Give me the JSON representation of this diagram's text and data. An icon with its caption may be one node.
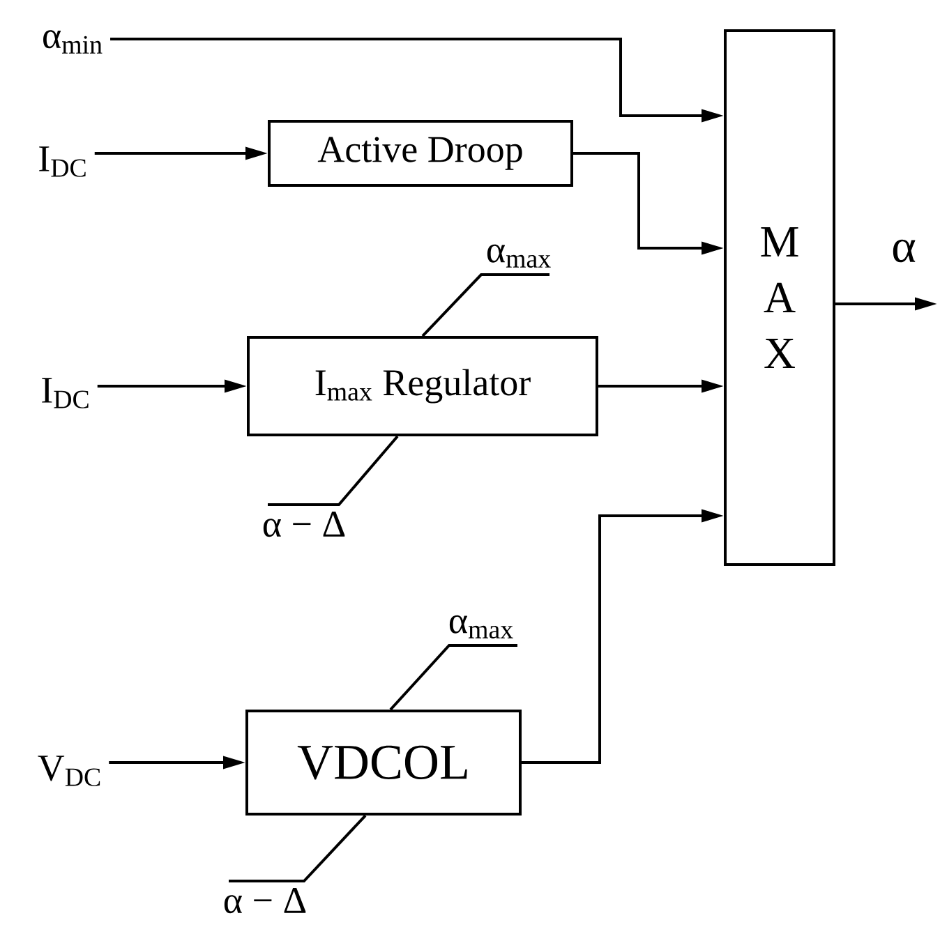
{
  "diagram": {
    "nodes": [
      {
        "text": [
          "α$_{min}$"
        ]
      },
      {
        "text": [
          "I$_{DC}$"
        ]
      },
      {
        "text": [
          "Active Droop"
        ]
      },
      {
        "text": [
          "α$_{max}$"
        ]
      },
      {
        "text": [
          "I$_{DC}$"
        ]
      },
      {
        "text": [
          "I$_{max}$ Regulator"
        ]
      },
      {
        "text": [
          "α − Δ"
        ]
      },
      {
        "text": [
          "α$_{max}$"
        ]
      },
      {
        "text": [
          "V$_{DC}$"
        ]
      },
      {
        "text": [
          "VDCOL"
        ]
      },
      {
        "text": [
          "α − Δ"
        ]
      },
      {
        "text": [
          "M A X"
        ]
      }
    ],
    "edges": [
      {
        "from": 0,
        "to": 11,
        "arrow": "to"
      },
      {
        "from": 1,
        "to": 2,
        "arrow": "to"
      },
      {
        "from": 2,
        "to": 11,
        "arrow": "to"
      },
      {
        "from": 4,
        "to": 5,
        "arrow": "to"
      },
      {
        "from": 5,
        "to": 11,
        "arrow": "to"
      },
      {
        "from": 8,
        "to": 9,
        "arrow": "to"
      },
      {
        "from": 9,
        "to": 11,
        "arrow": "to"
      },
      {
        "from": 5,
        "to": 3,
        "arrow": "none"
      },
      {
        "from": 5,
        "to": 6,
        "arrow": "none"
      },
      {
        "from": 9,
        "to": 7,
        "arrow": "none"
      },
      {
        "from": 9,
        "to": 10,
        "arrow": "none"
      },
      {
        "from": 11,
        "to": null,
        "arrow": "to",
        "label": "α"
      }
    ]
  }
}
